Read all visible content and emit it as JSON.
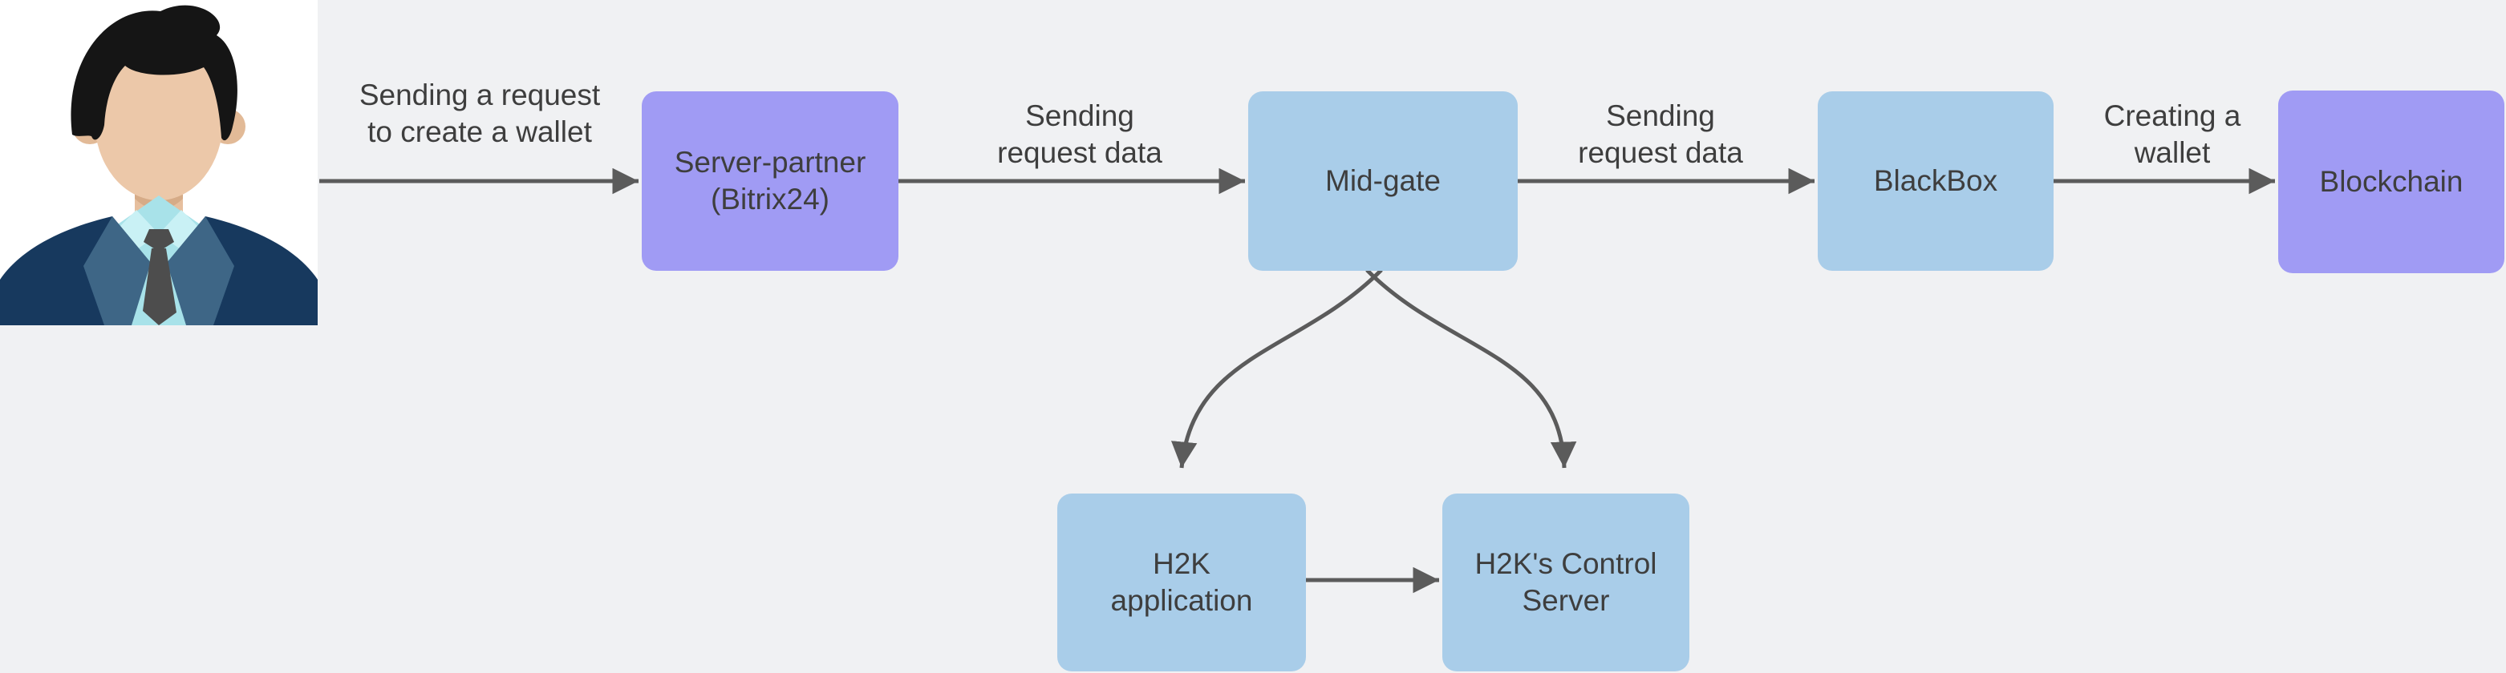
{
  "colors": {
    "bg": "#f0f1f3",
    "purple": "#a09bf4",
    "blue": "#a9cde9",
    "arrow": "#5b5b5b",
    "text": "#3e3e3e",
    "avatar_bg": "#ffffff"
  },
  "avatar": {
    "icon": "businessman-avatar"
  },
  "nodes": {
    "server_partner": {
      "label": "Server-partner\n(Bitrix24)"
    },
    "mid_gate": {
      "label": "Mid-gate"
    },
    "blackbox": {
      "label": "BlackBox"
    },
    "blockchain": {
      "label": "Blockchain"
    },
    "h2k_app": {
      "label": "H2K\napplication"
    },
    "h2k_control": {
      "label": "H2K's Control\nServer"
    }
  },
  "edges": {
    "user_to_partner": {
      "label": "Sending a request\nto create a wallet"
    },
    "partner_to_midgate": {
      "label": "Sending\nrequest data"
    },
    "midgate_to_blackbox": {
      "label": "Sending\nrequest data"
    },
    "blackbox_to_blockchain": {
      "label": "Creating a\nwallet"
    }
  }
}
